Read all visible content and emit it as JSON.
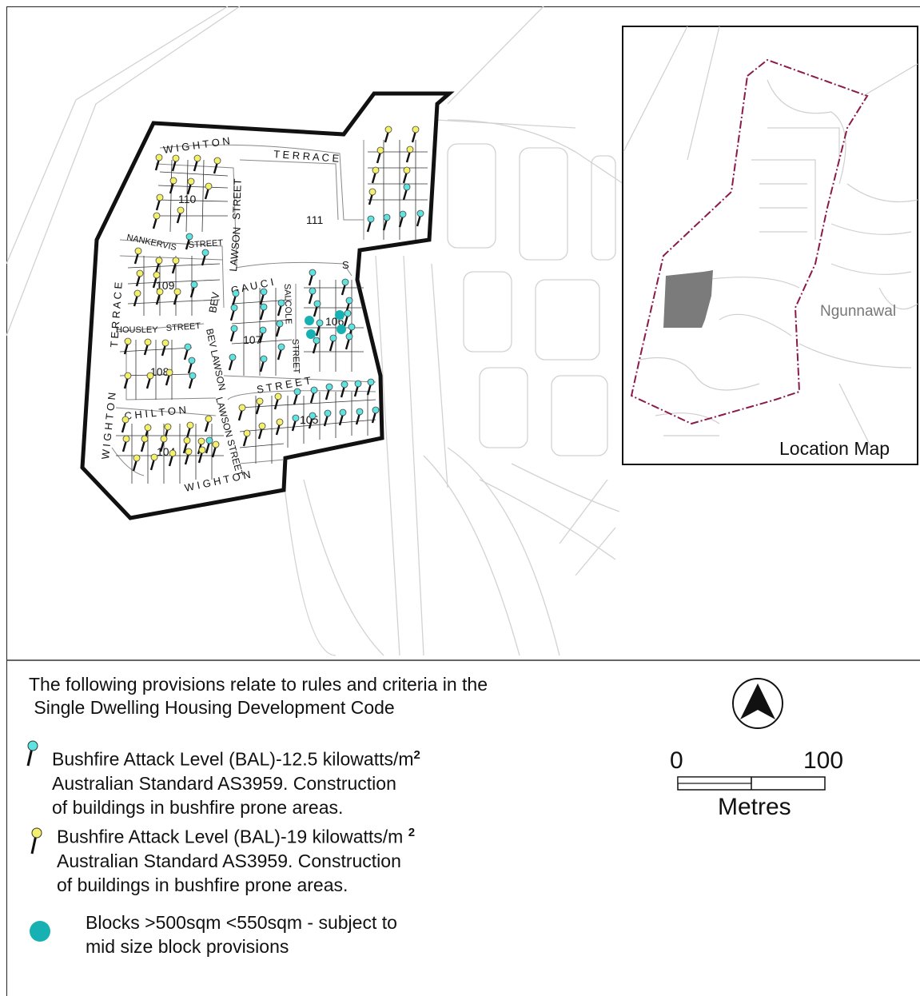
{
  "map": {
    "blocks": [
      "104",
      "105",
      "106",
      "107",
      "108",
      "109",
      "110",
      "111"
    ],
    "streets": {
      "wighton_top": "W I G H T O N",
      "terrace_top": "T E R R A C E",
      "wighton_left": "W I G H T O N",
      "terrace_left": "T E R R A C E",
      "street_top": "STREET",
      "lawson_top": "LAWSON",
      "bev_mid": "BEV",
      "nankervis": "NANKERVIS",
      "nankervis_street": "STREET",
      "gauci": "G A U C I",
      "gauci_s": "S",
      "salcole": "SALCOLE",
      "salcole_street": "STREET",
      "housley": "HOUSLEY",
      "housley_street": "STREET",
      "bev_lawson": "BEV LAWSON",
      "street_right": "S T R E E T",
      "chilton": "C H I L T O N",
      "bev_lawson_low": "LAWSON STREET",
      "wighton_bottom": "W I G H T O N"
    }
  },
  "location_map": {
    "title": "Location Map",
    "suburb": "Ngunnawal"
  },
  "legend": {
    "intro_line1": "The following provisions relate to rules and criteria in the",
    "intro_line2": " Single Dwelling Housing Development Code",
    "items": [
      {
        "line1": "Bushfire Attack Level (BAL)-12.5 kilowatts/m",
        "sup": "2",
        "line2": "Australian Standard AS3959. Construction",
        "line3": "of buildings in bushfire prone areas.",
        "color": "#5fe3e0",
        "icon": "cyan-pin-icon"
      },
      {
        "line1": "Bushfire Attack Level (BAL)-19 kilowatts/m ",
        "sup": "2",
        "line2": "Australian Standard AS3959. Construction",
        "line3": "of buildings in bushfire prone areas.",
        "color": "#f4f06a",
        "icon": "yellow-pin-icon"
      },
      {
        "line1": "Blocks >500sqm <550sqm - subject to",
        "line2": "mid size block provisions",
        "color": "#17b1b3",
        "icon": "teal-dot-icon"
      }
    ]
  },
  "scale": {
    "zero": "0",
    "max": "100",
    "units": "Metres"
  },
  "north_arrow": "north-arrow-icon",
  "colors": {
    "cyan_pin": "#5fe3e0",
    "yellow_pin": "#f4f06a",
    "teal_dot": "#17b1b3",
    "boundary": "#8a1a4a",
    "site": "#7b7b7b"
  }
}
